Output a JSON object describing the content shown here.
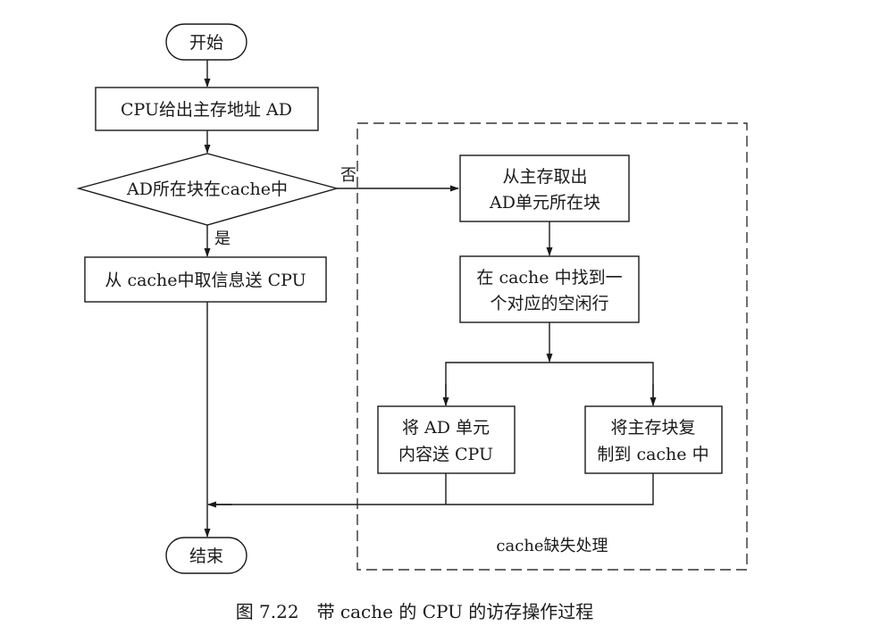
{
  "diagram": {
    "nodes": {
      "start": {
        "label": "开始",
        "type": "terminator"
      },
      "issue_address": {
        "label": "CPU给出主存地址 AD",
        "type": "process"
      },
      "check_hit": {
        "label": "AD所在块在cache中",
        "type": "decision"
      },
      "read_from_cache": {
        "label": "从 cache中取信息送 CPU",
        "type": "process"
      },
      "fetch_block": {
        "lines": [
          "从主存取出",
          "AD单元所在块"
        ],
        "type": "process"
      },
      "find_free_line": {
        "lines": [
          "在 cache 中找到一",
          "个对应的空闲行"
        ],
        "type": "process"
      },
      "send_to_cpu": {
        "lines": [
          "将 AD 单元",
          "内容送 CPU"
        ],
        "type": "process"
      },
      "copy_block": {
        "lines": [
          "将主存块复",
          "制到 cache 中"
        ],
        "type": "process"
      },
      "end": {
        "label": "结束",
        "type": "terminator"
      }
    },
    "edge_labels": {
      "no": "否",
      "yes": "是"
    },
    "edges": [
      {
        "from": "start",
        "to": "issue_address"
      },
      {
        "from": "issue_address",
        "to": "check_hit"
      },
      {
        "from": "check_hit",
        "to": "read_from_cache",
        "label": "是"
      },
      {
        "from": "check_hit",
        "to": "fetch_block",
        "label": "否"
      },
      {
        "from": "read_from_cache",
        "to": "end"
      },
      {
        "from": "fetch_block",
        "to": "find_free_line"
      },
      {
        "from": "find_free_line",
        "to": "send_to_cpu"
      },
      {
        "from": "find_free_line",
        "to": "copy_block"
      },
      {
        "from": "send_to_cpu",
        "to": "end"
      },
      {
        "from": "copy_block",
        "to": "end"
      }
    ],
    "group": {
      "label": "cache缺失处理",
      "style": "dashed"
    },
    "caption": "图 7.22　带 cache 的 CPU 的访存操作过程"
  }
}
